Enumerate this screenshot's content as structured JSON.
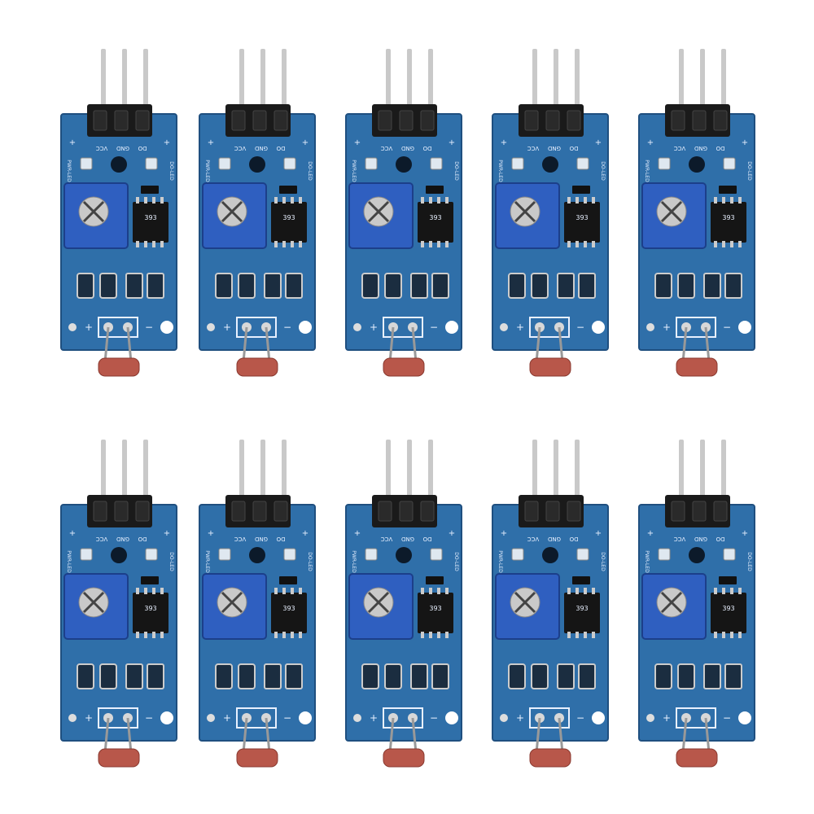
{
  "image": {
    "subject": "photoresistor-light-sensor-module",
    "background_color": "#ffffff",
    "module_count": 10,
    "rows": 2,
    "columns": 5
  },
  "module_labels": {
    "header_pins": [
      "DO",
      "GND",
      "VCC"
    ],
    "left_led": "PWR-LED",
    "right_led": "DO-LED",
    "ic_marking": "393",
    "plus_sign": "+",
    "minus_sign": "−"
  },
  "colors": {
    "pcb": "#2f6fa9",
    "pcb_edge": "#1f4f7f",
    "potentiometer": "#2f5fc0",
    "header": "#1a1a1a",
    "pins": "#c9c9c9",
    "photoresistor": "#b8574a",
    "chip": "#151515"
  }
}
